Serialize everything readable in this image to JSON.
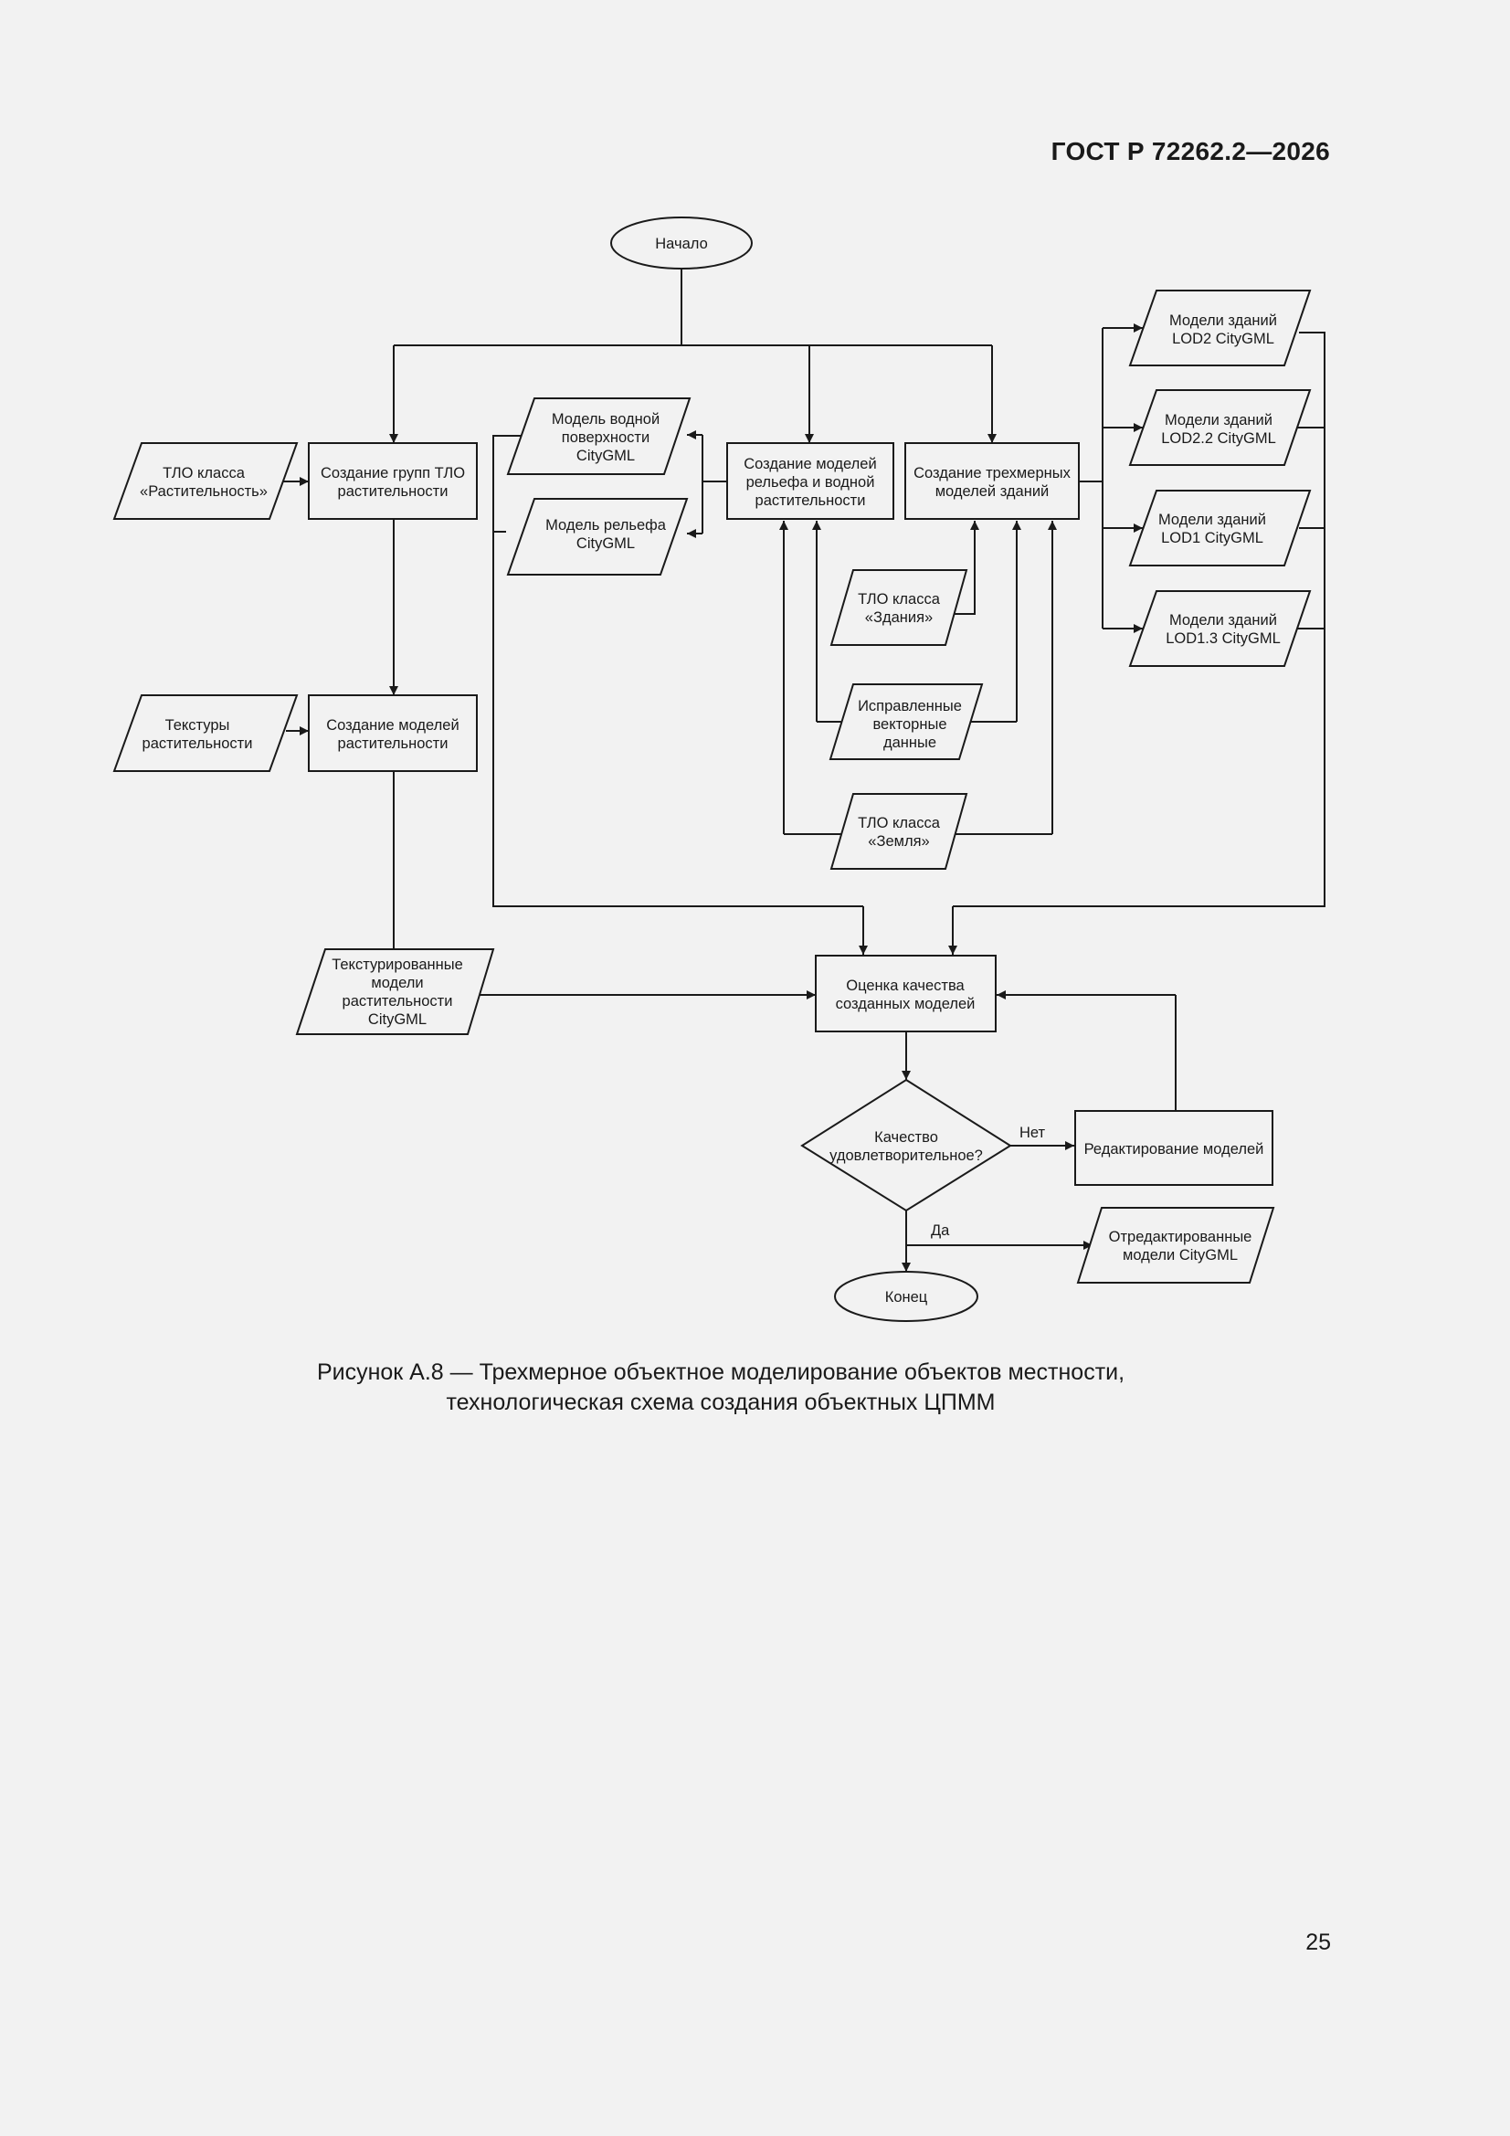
{
  "header": {
    "doc_code": "ГОСТ Р 72262.2—2026"
  },
  "flowchart": {
    "start": {
      "lines": [
        "Начало"
      ]
    },
    "end": {
      "lines": [
        "Конец"
      ]
    },
    "tlo_vegetation": {
      "lines": [
        "ТЛО класса",
        "«Растительность»"
      ]
    },
    "create_tlo_groups": {
      "lines": [
        "Создание групп ТЛО",
        "растительности"
      ]
    },
    "water_surface_model": {
      "lines": [
        "Модель водной",
        "поверхности",
        "CityGML"
      ]
    },
    "relief_model": {
      "lines": [
        "Модель рельефа",
        "CityGML"
      ]
    },
    "create_relief_water": {
      "lines": [
        "Создание моделей",
        "рельефа и водной",
        "растительности"
      ]
    },
    "create_3d_buildings": {
      "lines": [
        "Создание трехмерных",
        "моделей зданий"
      ]
    },
    "lod2": {
      "lines": [
        "Модели зданий",
        "LOD2 CityGML"
      ]
    },
    "lod22": {
      "lines": [
        "Модели зданий",
        "LOD2.2 CityGML"
      ]
    },
    "lod1": {
      "lines": [
        "Модели зданий",
        "LOD1  CityGML"
      ]
    },
    "lod13": {
      "lines": [
        "Модели зданий",
        "LOD1.3 CityGML"
      ]
    },
    "tlo_buildings": {
      "lines": [
        "ТЛО класса",
        "«Здания»"
      ]
    },
    "corrected_vector": {
      "lines": [
        "Исправленные",
        "векторные",
        "данные"
      ]
    },
    "tlo_earth": {
      "lines": [
        "ТЛО класса",
        "«Земля»"
      ]
    },
    "vegetation_textures": {
      "lines": [
        "Текстуры",
        "растительности"
      ]
    },
    "create_vegetation_models": {
      "lines": [
        "Создание моделей",
        "растительности"
      ]
    },
    "textured_models": {
      "lines": [
        "Текстурированные",
        "модели",
        "растительности",
        "CityGML"
      ]
    },
    "quality_assessment": {
      "lines": [
        "Оценка качества",
        "созданных моделей"
      ]
    },
    "quality_decision": {
      "lines": [
        "Качество",
        "удовлетворительное?"
      ]
    },
    "edit_models": {
      "lines": [
        "Редактирование моделей"
      ]
    },
    "edited_models": {
      "lines": [
        "Отредактированные",
        "модели CityGML"
      ]
    },
    "label_no": "Нет",
    "label_yes": "Да"
  },
  "caption": {
    "line1": "Рисунок А.8 — Трехмерное объектное моделирование объектов местности,",
    "line2": "технологическая схема создания объектных ЦПММ"
  },
  "page_number": "25"
}
